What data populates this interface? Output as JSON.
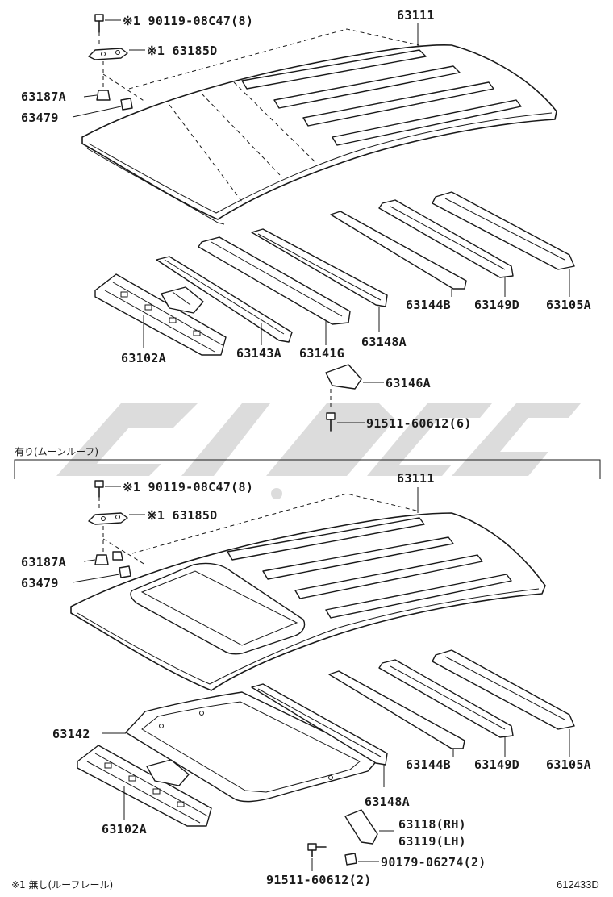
{
  "colors": {
    "line": "#1a1a1a",
    "background": "#ffffff",
    "watermark": "#d0d0d0"
  },
  "upper": {
    "labels": {
      "bolt": "※1 90119-08C47(8)",
      "bracket": "※1 63185D",
      "clip_a": "63187A",
      "clip_b": "63479",
      "roof_panel": "63111",
      "rail_b": "63144B",
      "rail_d": "63149D",
      "rail_105a": "63105A",
      "header_front": "63102A",
      "bow_143a": "63143A",
      "bow_141g": "63141G",
      "bow_148a": "63148A",
      "bracket_146a": "63146A",
      "screw": "91511-60612(6)"
    }
  },
  "divider_note": "有り(ムーンルーフ)",
  "lower": {
    "labels": {
      "bolt": "※1 90119-08C47(8)",
      "bracket": "※1 63185D",
      "clip_a": "63187A",
      "clip_b": "63479",
      "roof_panel": "63111",
      "frame": "63142",
      "rail_b": "63144B",
      "rail_d": "63149D",
      "rail_105a": "63105A",
      "header_front": "63102A",
      "bow_148a": "63148A",
      "bracket_rh": "63118(RH)",
      "bracket_lh": "63119(LH)",
      "nut": "90179-06274(2)",
      "screw": "91511-60612(2)"
    }
  },
  "footnote": "※1 無し(ルーフレール)",
  "drawing_code": "612433D"
}
